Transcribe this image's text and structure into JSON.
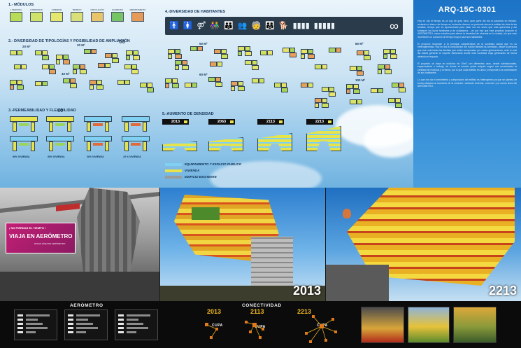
{
  "sections": {
    "modules": "1.- MÓDULOS",
    "typologies": "2.- DIVERSIDAD DE TIPOLOGÍAS Y POSIBILIDAD DE AMPLIACIÓN",
    "population": "4.-DIVERSIDAD DE HABITANTES",
    "flexibility": "3.-PERMEABILIDAD Y FLEXIBILIDAD",
    "density": "5.-AUMENTO DE DENSIDAD"
  },
  "module_types": [
    "1 PERSONA",
    "2 PERSONAS",
    "COMEDOR",
    "TRABAJO",
    "CIRCULACIÓN",
    "GUARDADO",
    "DEPARTAMENTO"
  ],
  "areas": [
    "20 M²",
    "30 M²",
    "40 M²",
    "50 M²",
    "60 M²",
    "80 M²",
    "100 M²"
  ],
  "infinity": "∞",
  "population_icons": [
    "person-icon",
    "woman-icon",
    "couple-icon",
    "couple-icon",
    "family-icon",
    "group-icon",
    "elderly-icon",
    "family-icon",
    "person-dog-icon",
    "crowd-icon",
    "crowd-icon"
  ],
  "flexibility_labels": [
    "90% VIVIENDA",
    "60% VIVIENDA",
    "30% VIVIENDA",
    "10 % VIVIENDA"
  ],
  "density_years": [
    "2013",
    "2063",
    "2113",
    "2213"
  ],
  "density_legend": [
    {
      "label": "EQUIPAMIENTO Y ESPACIO PUBLICO",
      "color": "#7fd0f3"
    },
    {
      "label": "VIVIENDA",
      "color": "#e7e34a"
    },
    {
      "label": "EDIFICIO EXISTENTE",
      "color": "#9a9a9a"
    }
  ],
  "panel": {
    "title": "ARQ-15C-0301",
    "paragraphs": [
      "Hoy en día el tiempo es un lujo de gran valor, gran parte del día la pasamos en tránsito, restando el ahorro de tiempo en horizonte diverso, se pretende elevar la calidad de vida de las familias, tiempo que es aprovechado para estar con los seres que más queremos y así fortalecer los lazos familiares y de ciudadanía. ...es por eso que este proyecto propone el AERÓMETRO, como solución para elevar la densidad de vivienda en la ciudad, sin que esto represente un consumo de tiempo mayor para sus habitantes.",
      "El proyecto responde a la principal característica de la sociedad actual que es su heterogeneidad. Hoy en día la composición del núcleo familiar ha cambiado, desde la persona que vive sola hasta las familias que están compuestas por varias generaciones, ante lo cual las bases generan el soporte estructural donde esta sociedad vaya generando de forma aleatoria el espacio.",
      "El proyecto se basa en módulos de 10m2 con diferentes usos, desde habitacionales, esparcimiento o trabajo, de donde el usuario podrá adquirir según sus necesidades la cantidad de módulos y la forma, por lo que cada edificio es único y responde a la combinación de sus habitantes.",
      "Lo que nos da el crecimiento y composición del edificio es heterogéneo ya que se plantea de forma aleatoria al momento de la creación, variando vivienda, comercio y la nueva línea del AERÓMETRO."
    ]
  },
  "billboard": {
    "line1": "¡ NO PIERDAS EL TIEMPO !",
    "line2": "VIAJA EN AERÓMETRO",
    "line3": "NUEVA LÍNEA DE AERÓMETRO"
  },
  "render_years": [
    "2013",
    "2213"
  ],
  "bottom": {
    "aerometro_title": "AERÓMETRO",
    "conectividad_title": "CONECTIVIDAD",
    "conect_years": [
      "2013",
      "2113",
      "2213"
    ],
    "node_label": "CUPA"
  },
  "colors": {
    "panel_blue": "#2f8bd6",
    "vivienda_yellow": "#e7e34a",
    "equipamiento_cyan": "#7fd0f3",
    "existing_gray": "#9a9a9a",
    "gold": "#f2b822",
    "magenta": "#c21f75"
  }
}
